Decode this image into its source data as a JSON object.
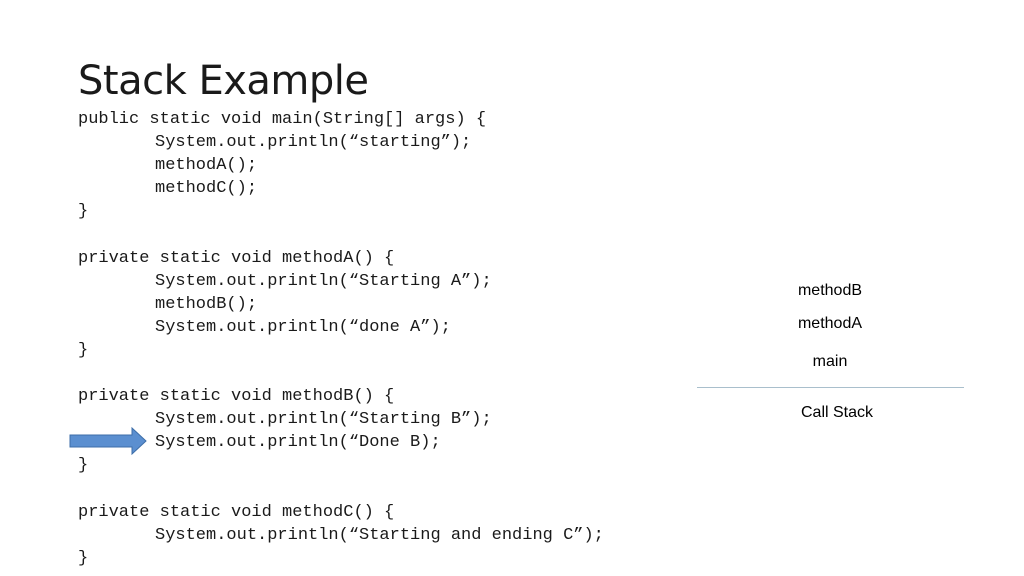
{
  "slide": {
    "title": "Stack Example"
  },
  "code": {
    "lines": [
      "public static void main(String[] args) {",
      "System.out.println(“starting”);",
      "methodA();",
      "methodC();",
      "}",
      "",
      "private static void methodA() {",
      "System.out.println(“Starting A”);",
      "methodB();",
      "System.out.println(“done A”);",
      "}",
      "",
      "private static void methodB() {",
      "System.out.println(“Starting B”);",
      "System.out.println(“Done B);",
      "}",
      "",
      "private static void methodC() {",
      "System.out.println(“Starting and ending C”);",
      "}"
    ]
  },
  "call_stack": {
    "frames": [
      "methodB",
      "methodA",
      "main"
    ],
    "label": "Call Stack"
  },
  "colors": {
    "arrow_fill": "#5b8fd0",
    "arrow_stroke": "#3d6ea8",
    "divider": "#a9bfcc"
  },
  "icons": {
    "current_line_indicator": "right-arrow-icon"
  }
}
